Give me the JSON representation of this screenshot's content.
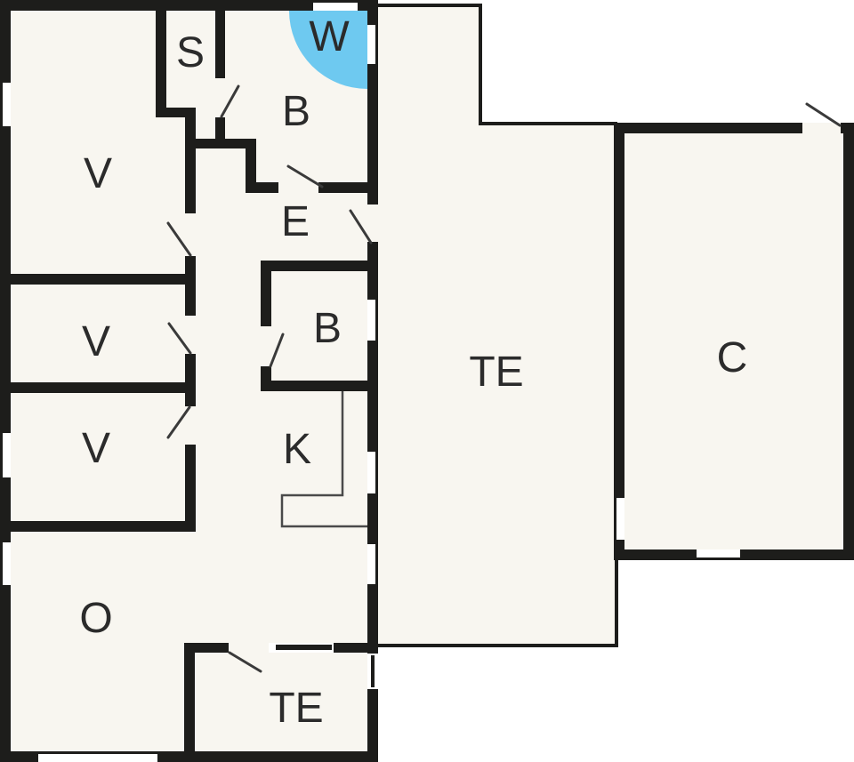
{
  "rooms": [
    {
      "id": "v1",
      "label": "V"
    },
    {
      "id": "v2",
      "label": "V"
    },
    {
      "id": "v3",
      "label": "V"
    },
    {
      "id": "s",
      "label": "S"
    },
    {
      "id": "w",
      "label": "W"
    },
    {
      "id": "b1",
      "label": "B"
    },
    {
      "id": "e",
      "label": "E"
    },
    {
      "id": "b2",
      "label": "B"
    },
    {
      "id": "k",
      "label": "K"
    },
    {
      "id": "o",
      "label": "O"
    },
    {
      "id": "te_bottom",
      "label": "TE"
    },
    {
      "id": "te_main",
      "label": "TE"
    },
    {
      "id": "c",
      "label": "C"
    }
  ],
  "colors": {
    "page": "#ffffff",
    "floor": "#f8f6f0",
    "wall": "#1d1d1b",
    "shower": "#6ec9f0",
    "label": "#2b2b2b",
    "door_line": "#3a3a3a",
    "counter_line": "#4a4a4a"
  }
}
